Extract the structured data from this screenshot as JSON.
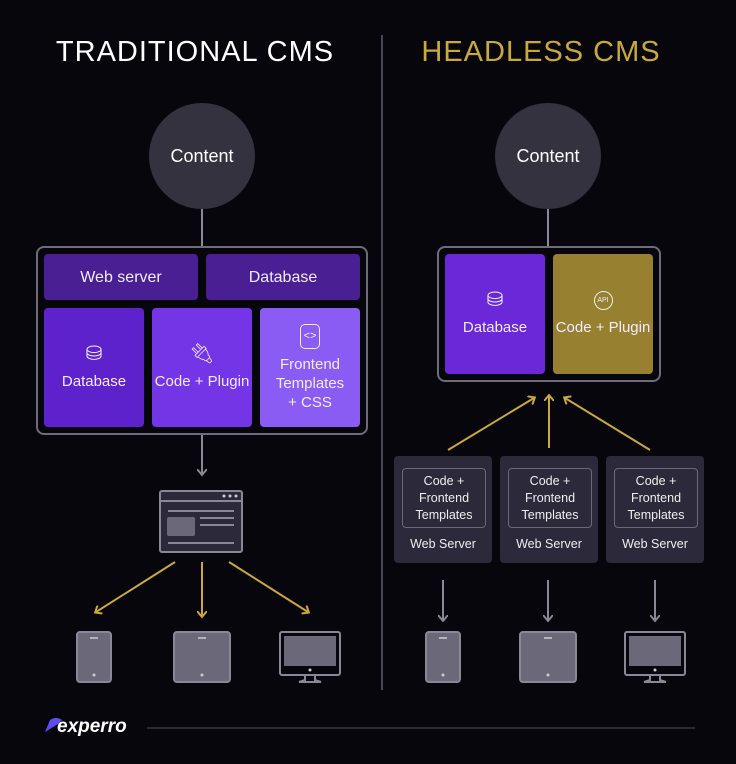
{
  "traditional": {
    "title": "TRADITIONAL CMS",
    "content": "Content",
    "top_tiles": [
      "Web server",
      "Database"
    ],
    "tiles": [
      {
        "label": "Database",
        "icon": "database-icon"
      },
      {
        "label": "Code + Plugin",
        "icon": "plug-icon"
      },
      {
        "label": "Frontend Templates + CSS",
        "icon": "code-window-icon"
      }
    ],
    "devices": [
      "phone-icon",
      "tablet-icon",
      "monitor-icon"
    ]
  },
  "headless": {
    "title": "HEADLESS CMS",
    "content": "Content",
    "tiles": [
      {
        "label": "Database",
        "icon": "database-icon"
      },
      {
        "label": "Code + Plugin",
        "icon": "api-icon"
      }
    ],
    "servers": [
      {
        "inner": "Code + Frontend Templates",
        "label": "Web Server"
      },
      {
        "inner": "Code + Frontend Templates",
        "label": "Web Server"
      },
      {
        "inner": "Code + Frontend Templates",
        "label": "Web Server"
      }
    ],
    "devices": [
      "phone-icon",
      "tablet-icon",
      "monitor-icon"
    ]
  },
  "brand": {
    "name": "experro"
  },
  "colors": {
    "background": "#07060d",
    "gold": "#c9a93a",
    "purple_dark": "#4a1f94",
    "purple": "#6a28d9",
    "purple_light": "#8a5cf3",
    "olive": "#978030"
  }
}
